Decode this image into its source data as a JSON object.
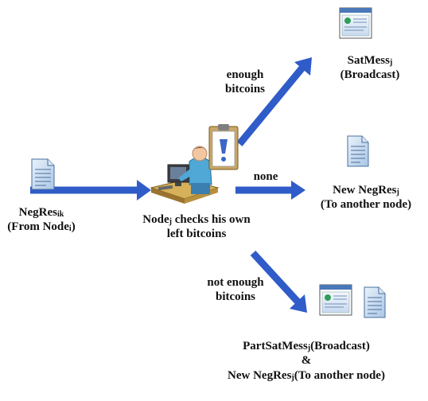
{
  "source": {
    "name": "NegRes",
    "name_sub": "ik",
    "from_prefix": "(From  Node",
    "from_sub": "i",
    "from_suffix": ")"
  },
  "center": {
    "line1_prefix": "Node",
    "line1_sub": "j",
    "line1_suffix": " checks his own",
    "line2": "left bitcoins"
  },
  "edges": {
    "enough": [
      "enough",
      "bitcoins"
    ],
    "none": "none",
    "not_enough": [
      "not enough",
      "bitcoins"
    ]
  },
  "outcomes": {
    "satmess": {
      "name": "SatMess",
      "name_sub": "j",
      "line2": "(Broadcast)"
    },
    "negres": {
      "name_prefix": "New NegRes",
      "name_sub": "j",
      "line2": "(To another node)"
    },
    "partial": {
      "line1_prefix": "PartSatMess",
      "line1_sub": "j",
      "line1_suffix": "(Broadcast)",
      "amp": "&",
      "line3_prefix": "New NegRes",
      "line3_sub": "j",
      "line3_suffix": "(To another node)"
    }
  },
  "colors": {
    "arrow": "#2f5cc8",
    "arrow_dark": "#1a3a8a",
    "doc": "#7aa6d4"
  }
}
